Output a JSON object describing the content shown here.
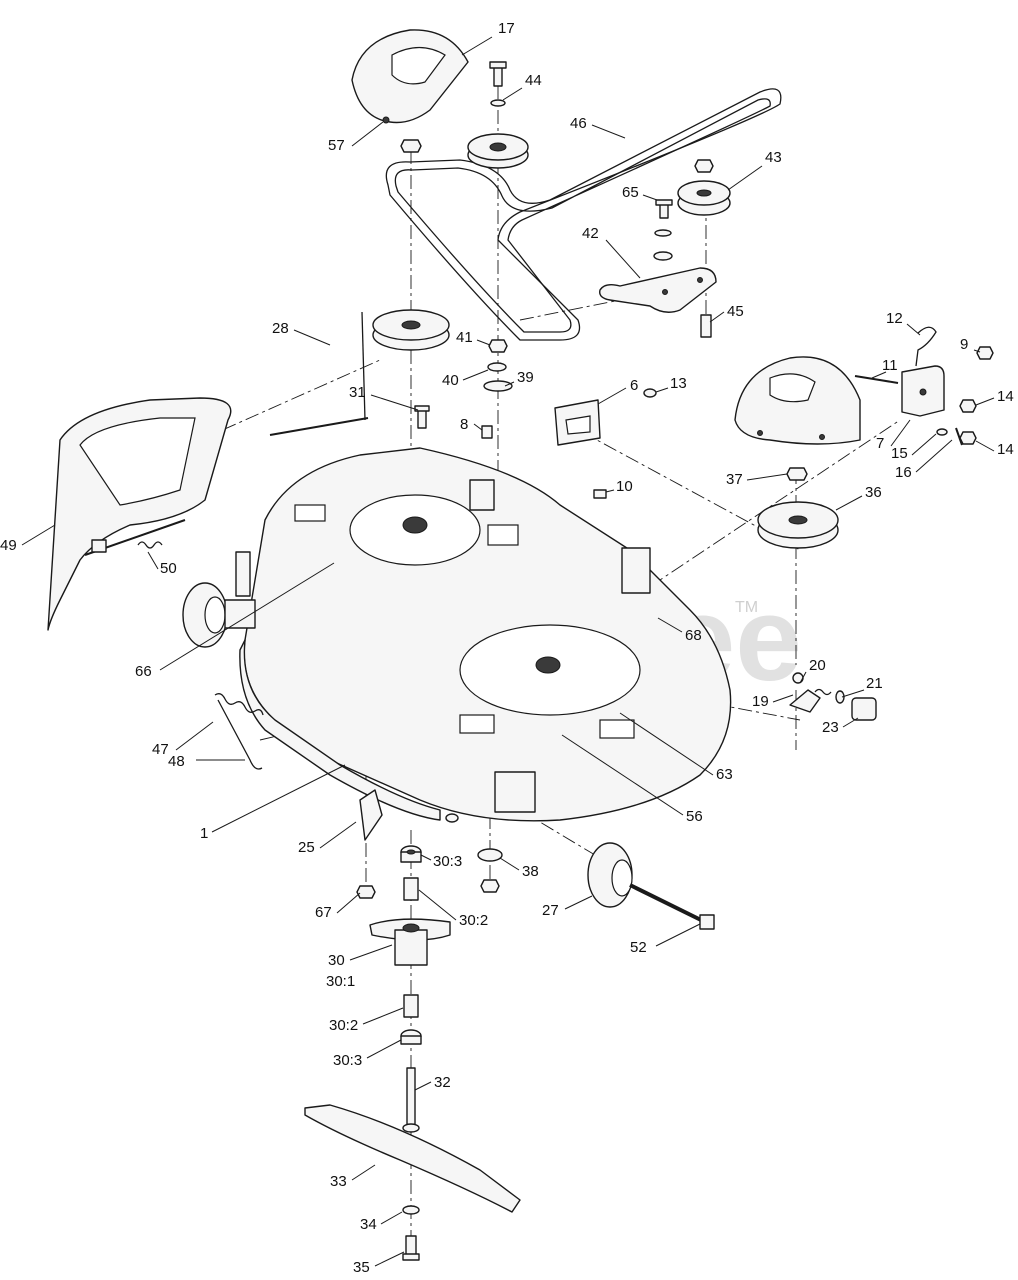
{
  "watermark": {
    "text": "PartsTree",
    "mark": "TM"
  },
  "callouts": [
    {
      "id": "c17",
      "label": "17"
    },
    {
      "id": "c44",
      "label": "44"
    },
    {
      "id": "c57",
      "label": "57"
    },
    {
      "id": "c46",
      "label": "46"
    },
    {
      "id": "c43",
      "label": "43"
    },
    {
      "id": "c65",
      "label": "65"
    },
    {
      "id": "c42",
      "label": "42"
    },
    {
      "id": "c45",
      "label": "45"
    },
    {
      "id": "c12",
      "label": "12"
    },
    {
      "id": "c9",
      "label": "9"
    },
    {
      "id": "c41",
      "label": "41"
    },
    {
      "id": "c11",
      "label": "11"
    },
    {
      "id": "c40",
      "label": "40"
    },
    {
      "id": "c39",
      "label": "39"
    },
    {
      "id": "c31",
      "label": "31"
    },
    {
      "id": "c6",
      "label": "6"
    },
    {
      "id": "c13",
      "label": "13"
    },
    {
      "id": "c14a",
      "label": "14"
    },
    {
      "id": "c28",
      "label": "28"
    },
    {
      "id": "c8",
      "label": "8"
    },
    {
      "id": "c7",
      "label": "7"
    },
    {
      "id": "c15",
      "label": "15"
    },
    {
      "id": "c14b",
      "label": "14"
    },
    {
      "id": "c16",
      "label": "16"
    },
    {
      "id": "c37",
      "label": "37"
    },
    {
      "id": "c10",
      "label": "10"
    },
    {
      "id": "c36",
      "label": "36"
    },
    {
      "id": "c49",
      "label": "49"
    },
    {
      "id": "c50",
      "label": "50"
    },
    {
      "id": "c68",
      "label": "68"
    },
    {
      "id": "c66",
      "label": "66"
    },
    {
      "id": "c20",
      "label": "20"
    },
    {
      "id": "c21",
      "label": "21"
    },
    {
      "id": "c19",
      "label": "19"
    },
    {
      "id": "c23",
      "label": "23"
    },
    {
      "id": "c47",
      "label": "47"
    },
    {
      "id": "c63",
      "label": "63"
    },
    {
      "id": "c48",
      "label": "48"
    },
    {
      "id": "c56",
      "label": "56"
    },
    {
      "id": "c1",
      "label": "1"
    },
    {
      "id": "c25",
      "label": "25"
    },
    {
      "id": "c30_3a",
      "label": "30:3"
    },
    {
      "id": "c38",
      "label": "38"
    },
    {
      "id": "c27",
      "label": "27"
    },
    {
      "id": "c67",
      "label": "67"
    },
    {
      "id": "c30_2a",
      "label": "30:2"
    },
    {
      "id": "c52",
      "label": "52"
    },
    {
      "id": "c30",
      "label": "30"
    },
    {
      "id": "c30_1",
      "label": "30:1"
    },
    {
      "id": "c30_2b",
      "label": "30:2"
    },
    {
      "id": "c30_3b",
      "label": "30:3"
    },
    {
      "id": "c32",
      "label": "32"
    },
    {
      "id": "c33",
      "label": "33"
    },
    {
      "id": "c34",
      "label": "34"
    },
    {
      "id": "c35",
      "label": "35"
    }
  ]
}
